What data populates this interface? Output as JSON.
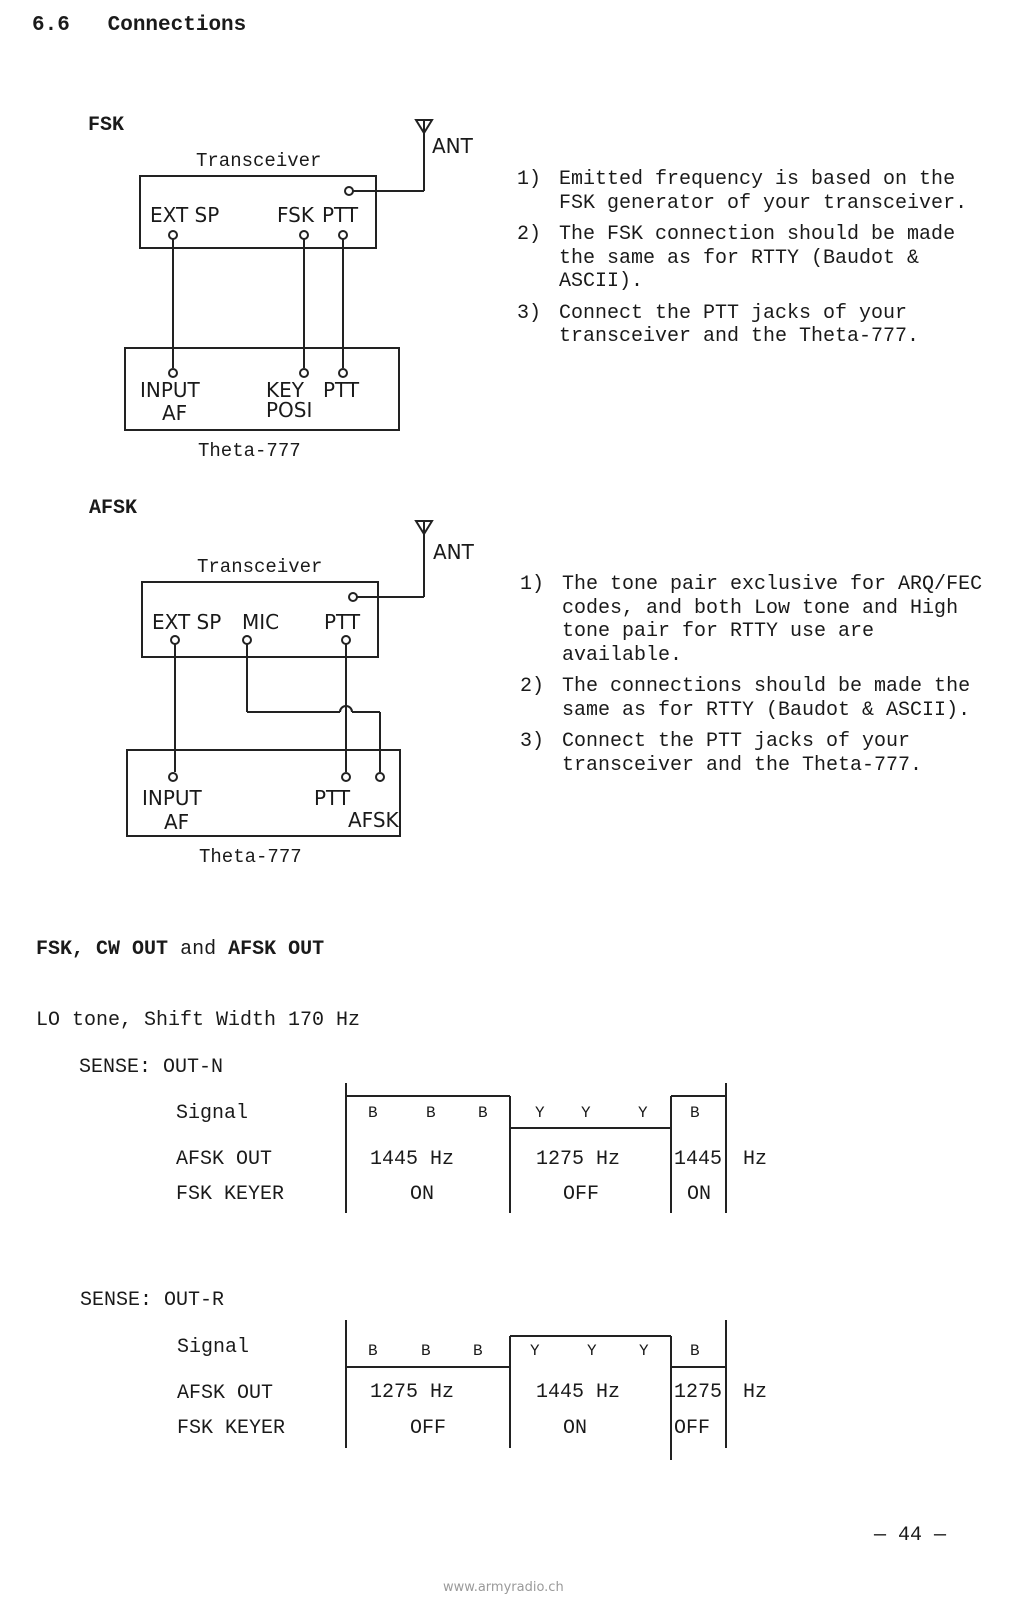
{
  "section": {
    "number": "6.6",
    "title": "Connections"
  },
  "fsk": {
    "heading": "FSK",
    "diagram": {
      "transceiver": "Transceiver",
      "ant": "ANT",
      "ext_sp": "EXT SP",
      "fsk": "FSK",
      "ptt": "PTT",
      "input": "INPUT",
      "af": "AF",
      "key": "KEY",
      "posi": "POSI",
      "ptt_in": "PTT",
      "theta": "Theta-777"
    },
    "notes": [
      {
        "num": "1)",
        "text": "Emitted frequency is based on the FSK generator of your transceiver."
      },
      {
        "num": "2)",
        "text": "The FSK connection should be made the same as for RTTY (Baudot & ASCII)."
      },
      {
        "num": "3)",
        "text": "Connect the PTT jacks of your transceiver and the Theta-777."
      }
    ]
  },
  "afsk": {
    "heading": "AFSK",
    "diagram": {
      "transceiver": "Transceiver",
      "ant": "ANT",
      "ext_sp": "EXT SP",
      "mic": "MIC",
      "ptt": "PTT",
      "input": "INPUT",
      "af": "AF",
      "ptt_in": "PTT",
      "afsk": "AFSK",
      "theta": "Theta-777"
    },
    "notes": [
      {
        "num": "1)",
        "text": "The tone pair exclusive for ARQ/FEC codes, and both Low tone and High tone pair for RTTY use are available."
      },
      {
        "num": "2)",
        "text": "The connections should be made the same as for RTTY (Baudot & ASCII)."
      },
      {
        "num": "3)",
        "text": "Connect the PTT jacks of your transceiver and the Theta-777."
      }
    ]
  },
  "outputs": {
    "heading_a": "FSK,",
    "heading_b": "CW OUT",
    "heading_c": "and",
    "heading_d": "AFSK OUT",
    "lo_tone": "LO tone, Shift Width 170 Hz",
    "row_signal": "Signal",
    "row_afsk": "AFSK OUT",
    "row_fsk": "FSK KEYER",
    "unit": "Hz",
    "sense_n": {
      "label": "SENSE: OUT-N",
      "signal": [
        "B",
        "B",
        "B",
        "Y",
        "Y",
        "Y",
        "B"
      ],
      "afsk": [
        "1445 Hz",
        "1275 Hz",
        "1445"
      ],
      "fsk": [
        "ON",
        "OFF",
        "ON"
      ]
    },
    "sense_r": {
      "label": "SENSE: OUT-R",
      "signal": [
        "B",
        "B",
        "B",
        "Y",
        "Y",
        "Y",
        "B"
      ],
      "afsk": [
        "1275 Hz",
        "1445 Hz",
        "1275"
      ],
      "fsk": [
        "OFF",
        "ON",
        "OFF"
      ]
    }
  },
  "footer": {
    "page": "— 44 —",
    "watermark": "www.armyradio.ch"
  }
}
